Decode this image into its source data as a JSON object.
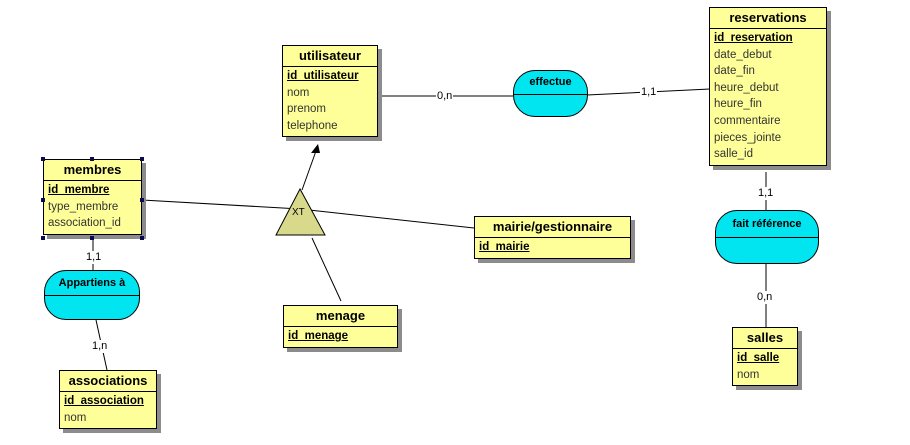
{
  "entities": {
    "utilisateur": {
      "title": "utilisateur",
      "key": "id_utilisateur",
      "attributes": [
        "nom",
        "prenom",
        "telephone"
      ]
    },
    "reservations": {
      "title": "reservations",
      "key": "id_reservation",
      "attributes": [
        "date_debut",
        "date_fin",
        "heure_debut",
        "heure_fin",
        "commentaire",
        "pieces_jointe",
        "salle_id"
      ]
    },
    "membres": {
      "title": "membres",
      "key": "id_membre",
      "attributes": [
        "type_membre",
        "association_id"
      ]
    },
    "mairie": {
      "title": "mairie/gestionnaire",
      "key": "id_mairie",
      "attributes": []
    },
    "menage": {
      "title": "menage",
      "key": "id_menage",
      "attributes": []
    },
    "associations": {
      "title": "associations",
      "key": "id_association",
      "attributes": [
        "nom"
      ]
    },
    "salles": {
      "title": "salles",
      "key": "id_salle",
      "attributes": [
        "nom"
      ]
    }
  },
  "associations": {
    "effectue": "effectue",
    "fait_reference": "fait référence",
    "appartiens": "Appartiens à"
  },
  "inheritance": {
    "label": "XT"
  },
  "cardinalities": {
    "utilisateur_effectue": "0,n",
    "reservations_effectue": "1,1",
    "reservations_fait_reference": "1,1",
    "salles_fait_reference": "0,n",
    "membres_appartiens": "1,1",
    "associations_appartiens": "1,n"
  },
  "colors": {
    "entity_fill": "#ffff99",
    "association_fill": "#00e5f0",
    "inheritance_fill": "#d9d98c"
  }
}
